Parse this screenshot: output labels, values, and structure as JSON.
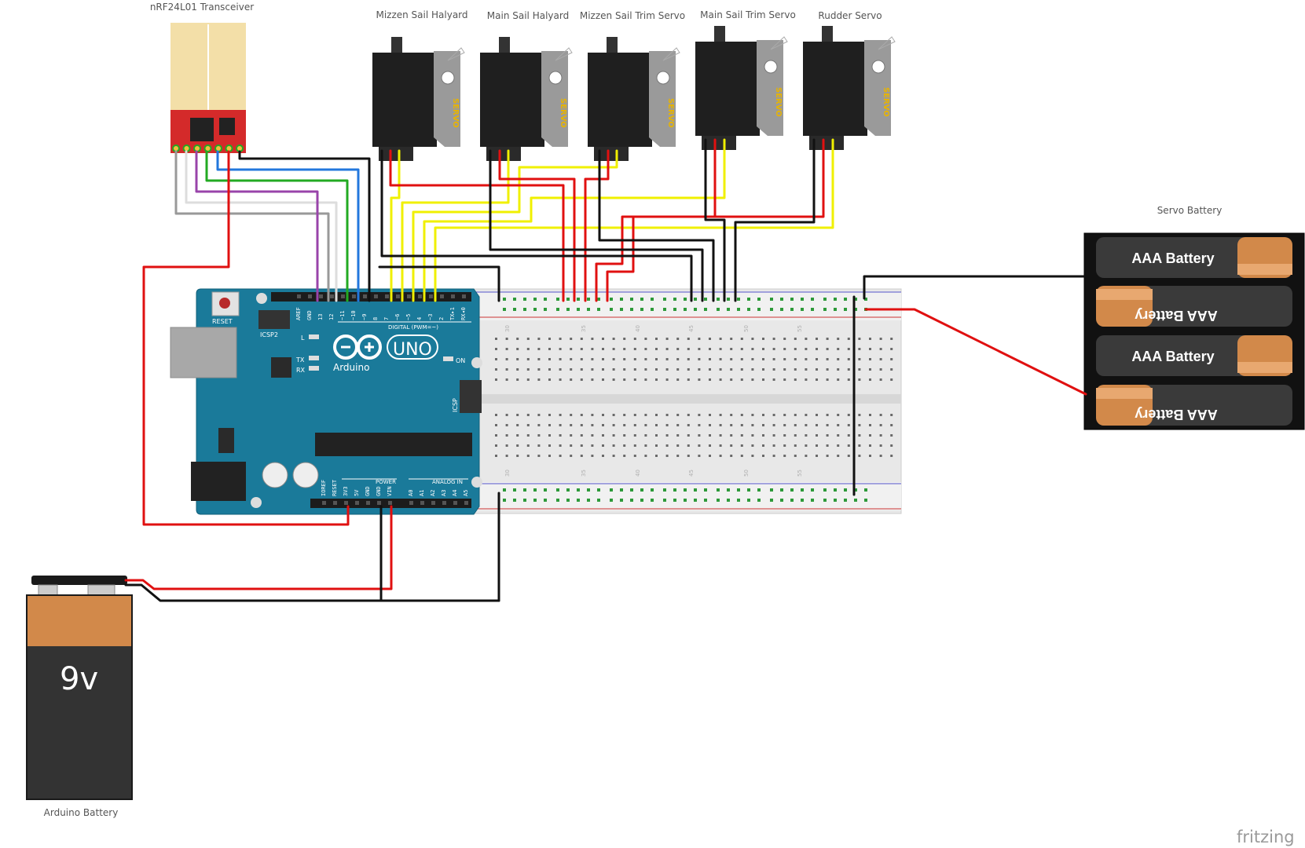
{
  "labels": {
    "transceiver": "nRF24L01 Transceiver",
    "servos": [
      "Mizzen Sail Halyard",
      "Main Sail Halyard",
      "Mizzen Sail Trim Servo",
      "Main Sail Trim Servo",
      "Rudder Servo"
    ],
    "servo_battery": "Servo Battery",
    "arduino_battery": "Arduino Battery",
    "brand": "fritzing"
  },
  "servo_body_text": "SERVO",
  "arduino": {
    "logo": "UNO",
    "name": "Arduino",
    "reset": "RESET",
    "icsp2": "ICSP2",
    "icsp": "ICSP",
    "l": "L",
    "tx": "TX",
    "rx": "RX",
    "on": "ON",
    "digital": "DIGITAL (PWM=~)",
    "power": "POWER",
    "analog": "ANALOG IN",
    "top_pins": [
      "AREF",
      "GND",
      "13",
      "12",
      "~11",
      "~10",
      "~9",
      "8",
      "7",
      "~6",
      "~5",
      "4",
      "~3",
      "2",
      "TX▸1",
      "RX◂0"
    ],
    "bottom_pins": [
      "IOREF",
      "RESET",
      "3V3",
      "5V",
      "GND",
      "GND",
      "VIN",
      "A0",
      "A1",
      "A2",
      "A3",
      "A4",
      "A5"
    ]
  },
  "battery_9v": "9v",
  "aaa_cells": [
    "AAA Battery",
    "AAA Battery",
    "AAA Battery",
    "AAA Battery"
  ],
  "breadboard_numbers": [
    "30",
    "35",
    "40",
    "45",
    "50",
    "55"
  ],
  "colors": {
    "arduino": "#1a7a9a",
    "wire_red": "#e01010",
    "wire_black": "#111111",
    "wire_yellow": "#f0f000",
    "wire_green": "#22aa22",
    "wire_blue": "#2277dd",
    "wire_purple": "#9944aa",
    "wire_gray": "#999999",
    "battery_copper": "#d2894a",
    "module_red": "#d42a2a"
  }
}
